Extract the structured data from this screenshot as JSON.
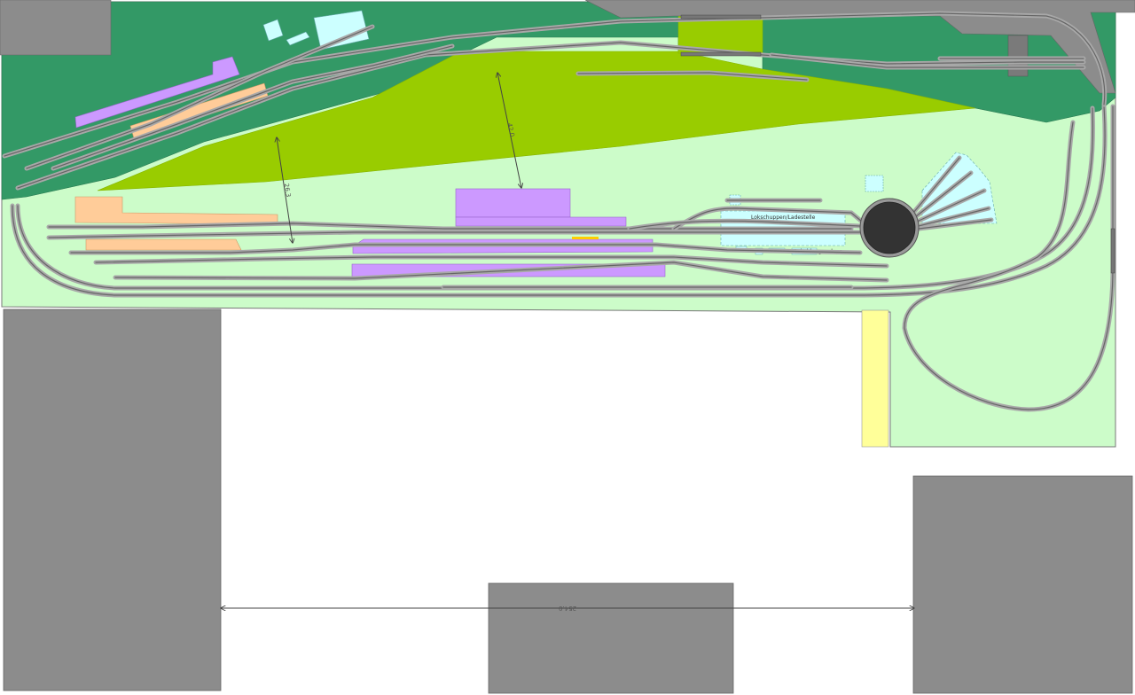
{
  "title": "",
  "colors": {
    "board_light": "#ccfcc9",
    "hill_dark": "#339966",
    "hill_light": "#99cc00",
    "obstacle": "#8c8c8c",
    "track_bed": "#a8a8a8",
    "track_rail": "#666666",
    "platform": "#cc99ff",
    "building": "#ccffff",
    "ramp": "#ffcc99",
    "bench": "#ffff99",
    "turntable": "#333333"
  },
  "labels": {
    "locomotive_shed": "Lokschuppen/Ladestelle",
    "depot_building": "Bekohlungsanlage"
  },
  "dimensions": {
    "hill_gap_left": "26.3",
    "hill_gap_center": "42.0",
    "room_width": "254.0"
  }
}
